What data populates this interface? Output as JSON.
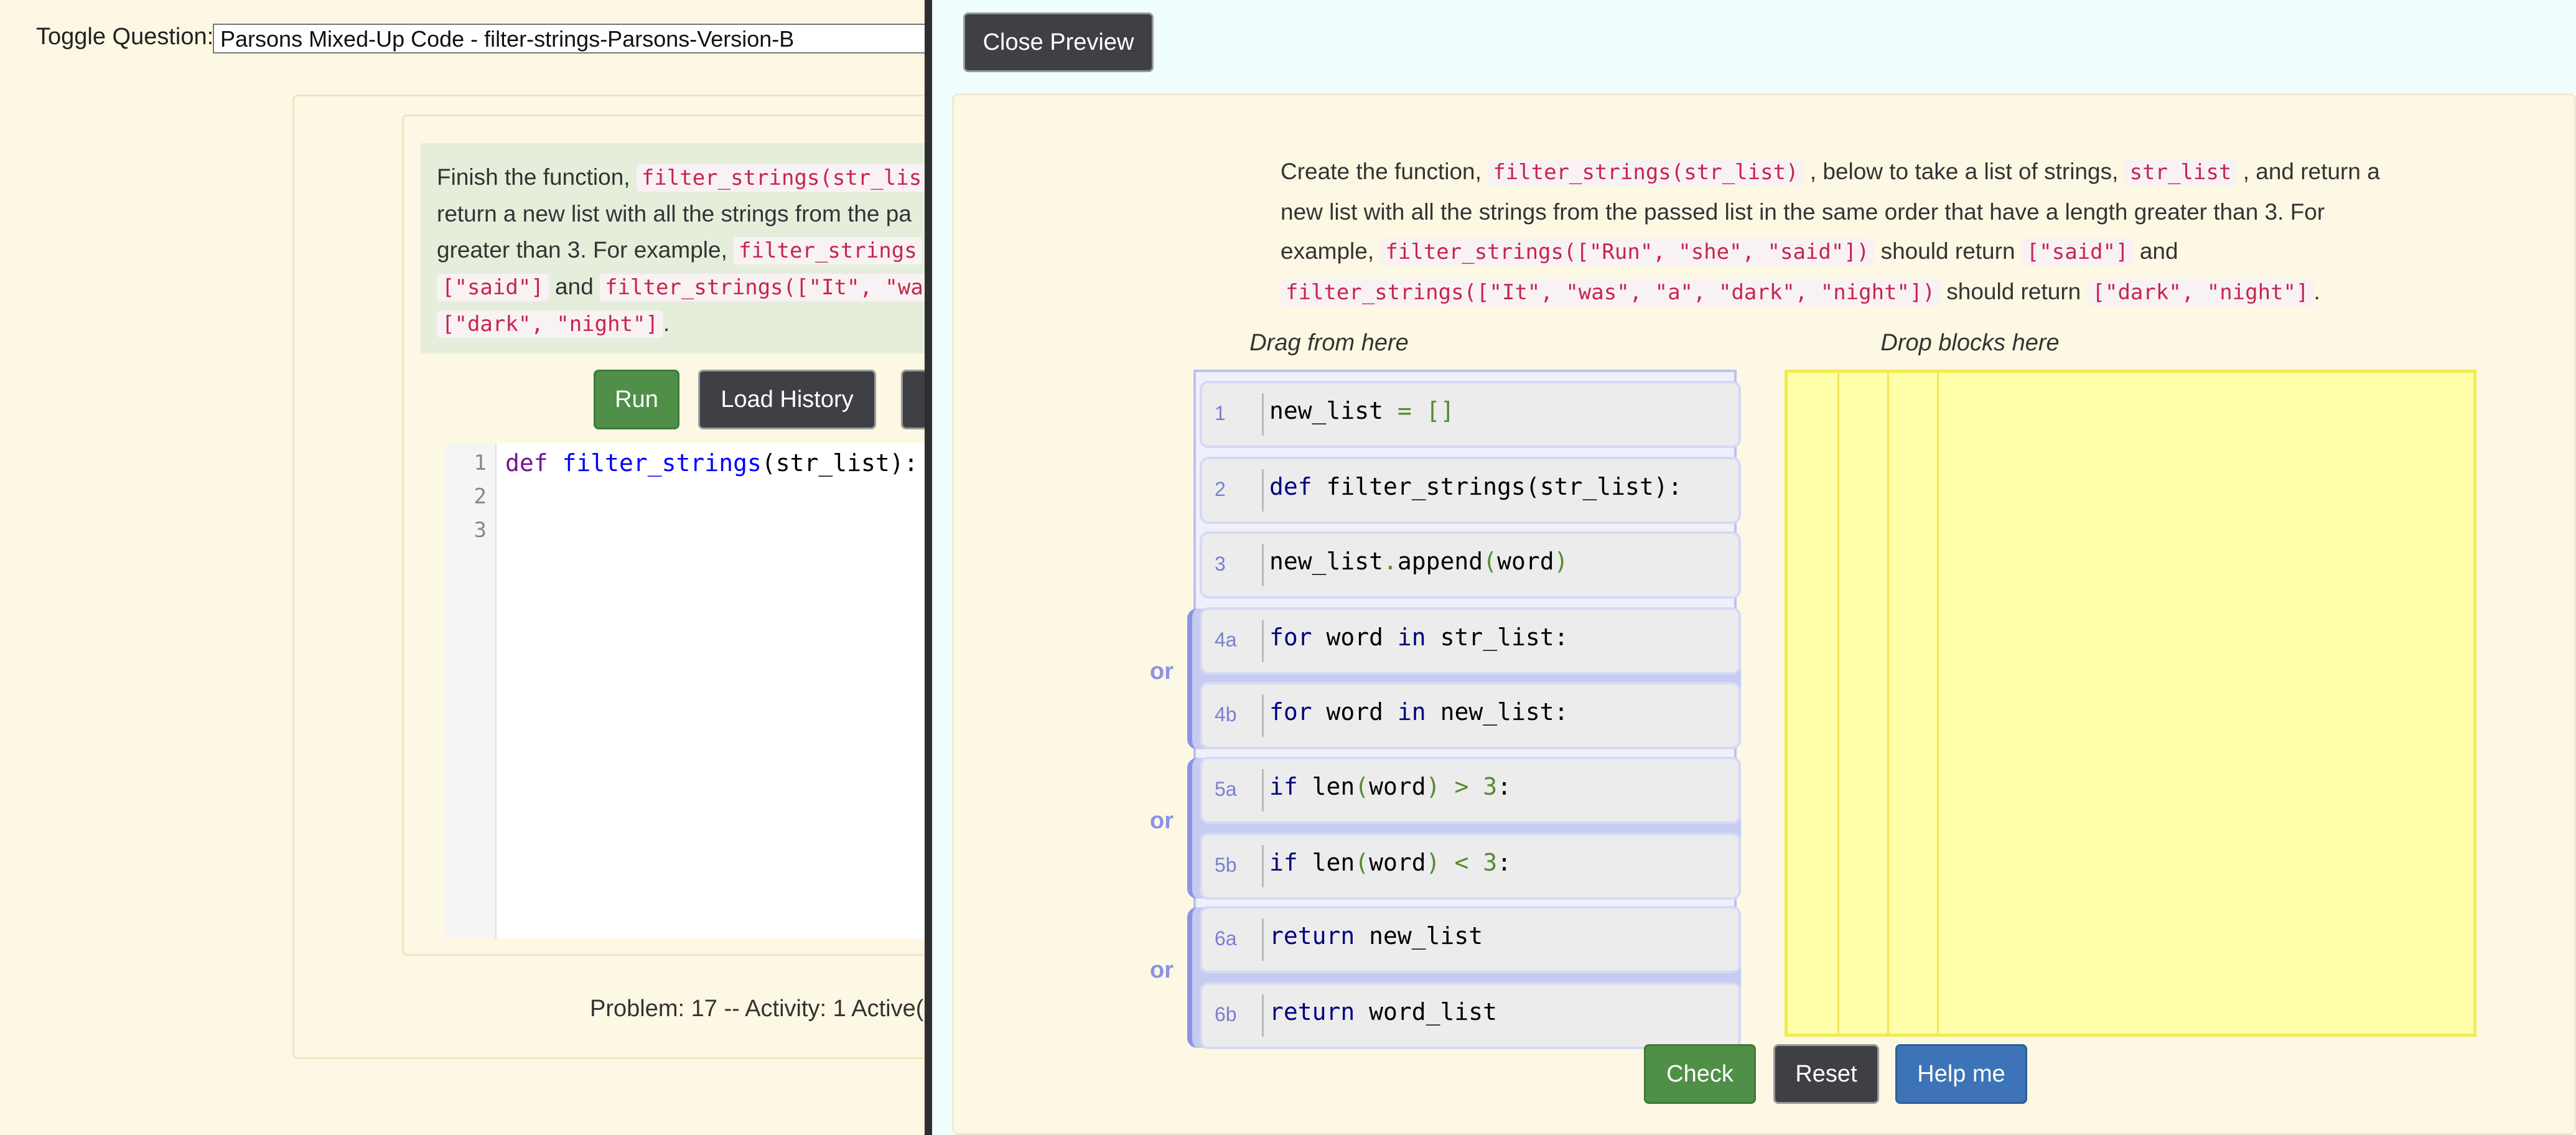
{
  "left_pane": {
    "toggle_label": "Toggle Question:",
    "toggle_selected": "Parsons Mixed-Up Code - filter-strings-Parsons-Version-B",
    "prompt": {
      "l1_text": "Finish the function,",
      "l1_code": "filter_strings(str_lis",
      "l2_text": "return a new list with all the strings from the pa",
      "l3_text": "greater than 3. For example,",
      "l3_code": "filter_strings",
      "l4_code1": "[\"said\"]",
      "l4_and": "and",
      "l4_code2": "filter_strings([\"It\", \"wa",
      "l5_code": "[\"dark\", \"night\"]",
      "l5_dot": "."
    },
    "run_label": "Run",
    "load_history_label": "Load History",
    "line_numbers": [
      "1",
      "2",
      "3"
    ],
    "code": {
      "def": "def",
      "fn_name": "filter_strings",
      "args": "(str_list):"
    },
    "problem_status": "Problem: 17 -- Activity: 1 Active("
  },
  "right_pane": {
    "close_preview_label": "Close Preview",
    "prompt": {
      "l1_a": "Create the function,",
      "l1_code": "filter_strings(str_list)",
      "l1_b": ", below to take a list of strings,",
      "l1_code2": "str_list",
      "l1_c": ", and return a",
      "l2": "new list with all the strings from the passed list in the same order that have a length greater than 3. For",
      "l3_a": "example,",
      "l3_code": "filter_strings([\"Run\", \"she\", \"said\"])",
      "l3_b": "should return",
      "l3_code2": "[\"said\"]",
      "l3_c": "and",
      "l4_code": "filter_strings([\"It\", \"was\", \"a\", \"dark\", \"night\"])",
      "l4_b": "should return",
      "l4_code2": "[\"dark\", \"night\"]",
      "l4_dot": "."
    },
    "drag_header": "Drag from here",
    "drop_header": "Drop blocks here",
    "or_label": "or",
    "blocks": [
      {
        "num": "1",
        "code": "new_list = []"
      },
      {
        "num": "2",
        "code": "def filter_strings(str_list):"
      },
      {
        "num": "3",
        "code": "new_list.append(word)"
      },
      {
        "num": "4a",
        "code": "for word in str_list:"
      },
      {
        "num": "4b",
        "code": "for word in new_list:"
      },
      {
        "num": "5a",
        "code": "if len(word) > 3:"
      },
      {
        "num": "5b",
        "code": "if len(word) < 3:"
      },
      {
        "num": "6a",
        "code": "return new_list"
      },
      {
        "num": "6b",
        "code": "return word_list"
      }
    ],
    "check_label": "Check",
    "reset_label": "Reset",
    "help_label": "Help me"
  },
  "colors": {
    "run_green": "#4f8f48",
    "dark_button": "#3f4045",
    "help_blue": "#3d74b7",
    "drop_yellow": "#ffffa9",
    "block_gray": "#ececec",
    "group_purple": "#c6cbf2",
    "code_pink": "#c7254e"
  }
}
